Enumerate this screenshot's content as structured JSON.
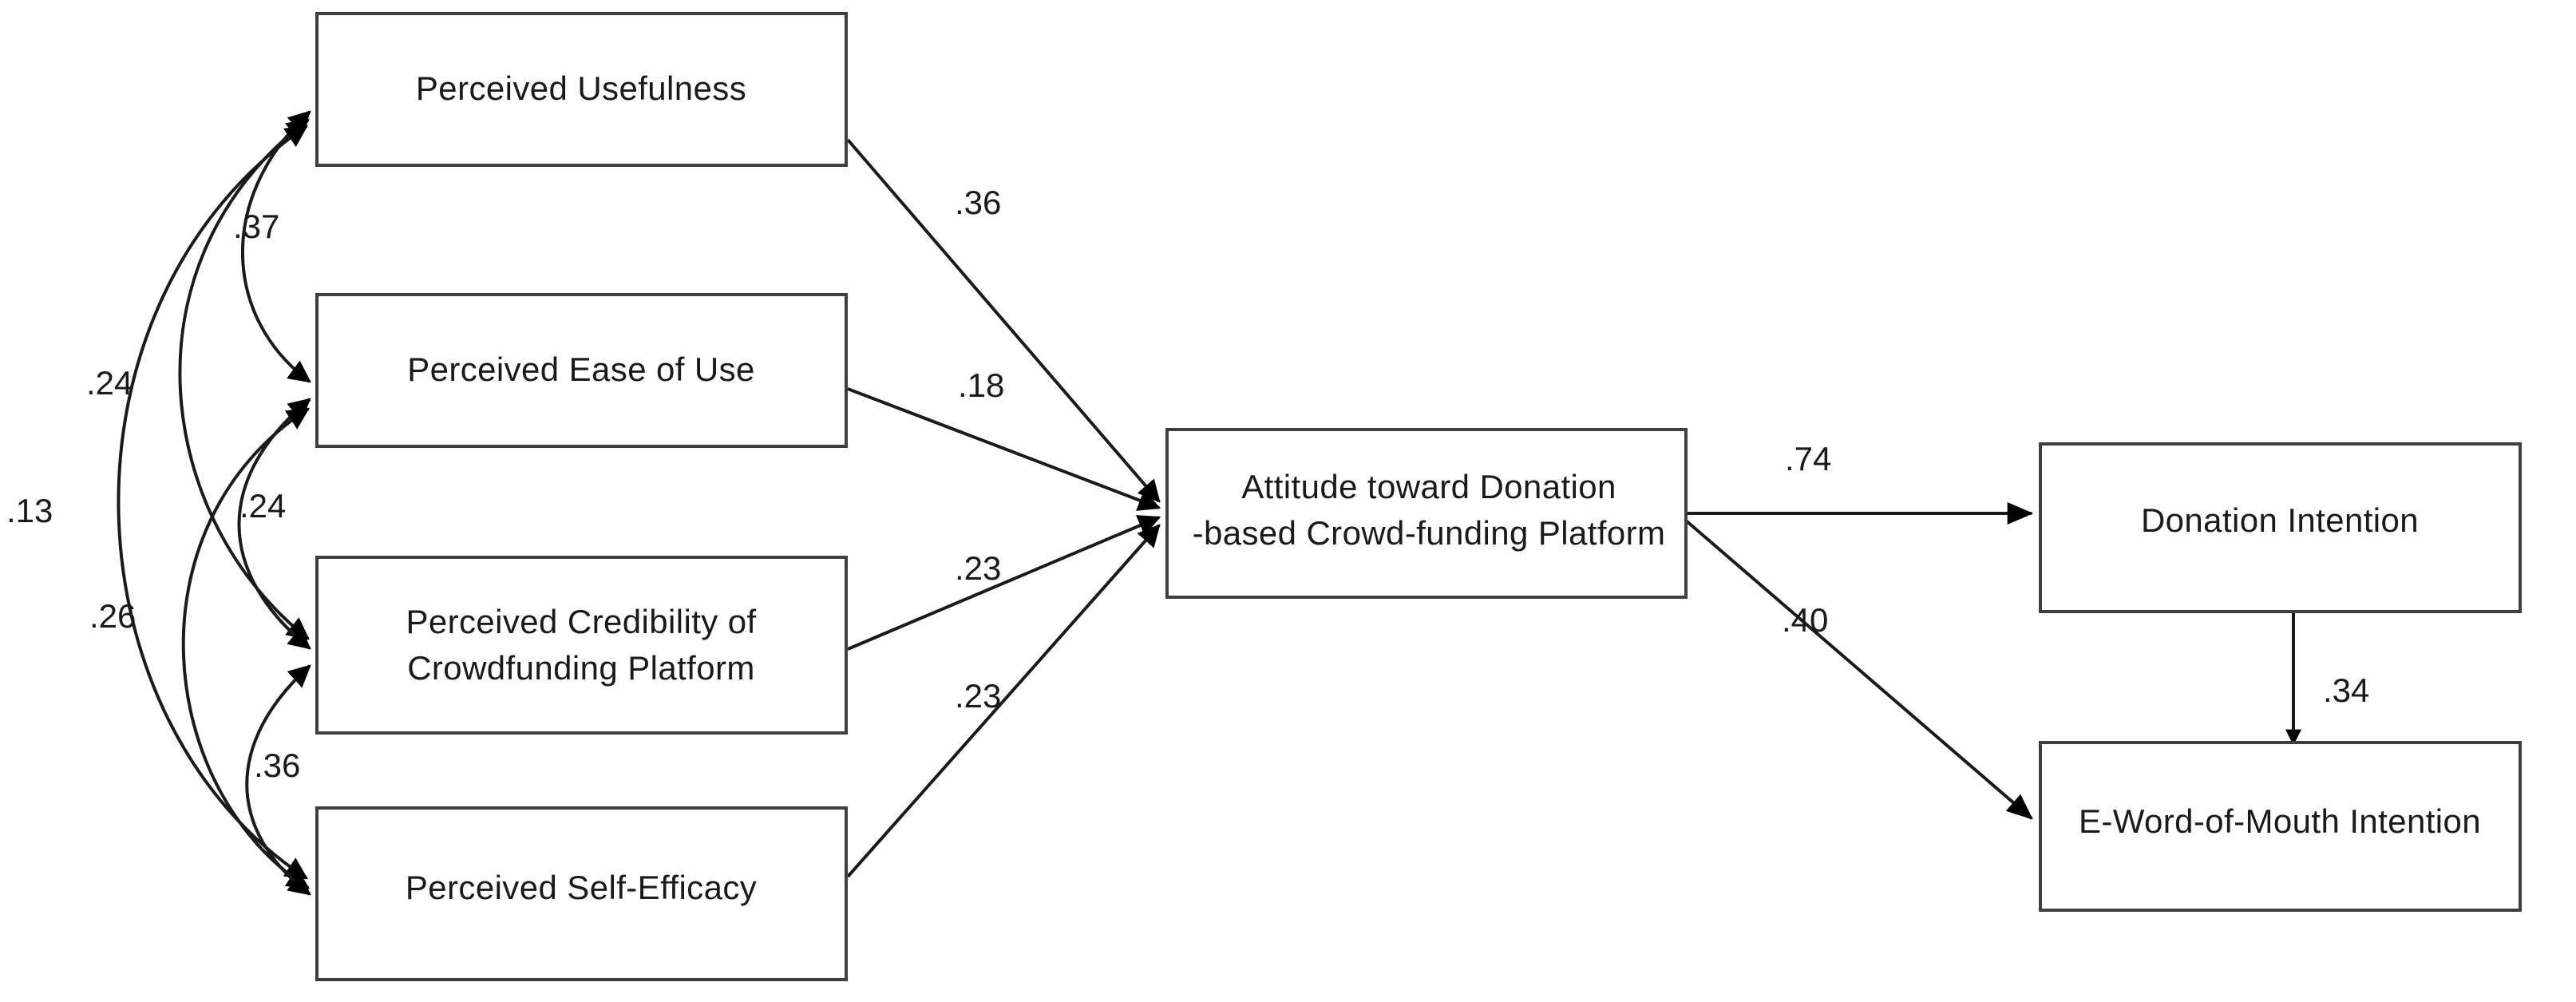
{
  "figure": {
    "type": "path-diagram",
    "description": "Structural equation model of donation-based crowdfunding platform attitudes and intentions",
    "background_color": "#ffffff",
    "line_color": "#1a1a1a",
    "box_border_color": "#3f3f3f",
    "box_fill_color": "#ffffff"
  },
  "nodes": [
    {
      "id": "pu",
      "label_line1": "Perceived Usefulness",
      "label_line2": ""
    },
    {
      "id": "peou",
      "label_line1": "Perceived Ease of Use",
      "label_line2": ""
    },
    {
      "id": "pc",
      "label_line1": "Perceived Credibility of",
      "label_line2": "Crowdfunding Platform"
    },
    {
      "id": "pse",
      "label_line1": "Perceived Self-Efficacy",
      "label_line2": ""
    },
    {
      "id": "att",
      "label_line1": "Attitude toward Donation",
      "label_line2": "-based Crowd-funding Platform"
    },
    {
      "id": "di",
      "label_line1": "Donation Intention",
      "label_line2": ""
    },
    {
      "id": "ewom",
      "label_line1": "E-Word-of-Mouth Intention",
      "label_line2": ""
    }
  ],
  "structural_paths": [
    {
      "from": "pu",
      "to": "att",
      "coefficient": ".36"
    },
    {
      "from": "peou",
      "to": "att",
      "coefficient": ".18"
    },
    {
      "from": "pc",
      "to": "att",
      "coefficient": ".23"
    },
    {
      "from": "pse",
      "to": "att",
      "coefficient": ".23"
    },
    {
      "from": "att",
      "to": "di",
      "coefficient": ".74"
    },
    {
      "from": "att",
      "to": "ewom",
      "coefficient": ".40"
    },
    {
      "from": "di",
      "to": "ewom",
      "coefficient": ".34"
    }
  ],
  "correlations": [
    {
      "between": [
        "pu",
        "peou"
      ],
      "coefficient": ".37"
    },
    {
      "between": [
        "pu",
        "pc"
      ],
      "coefficient": ".24"
    },
    {
      "between": [
        "pu",
        "pse"
      ],
      "coefficient": ".13"
    },
    {
      "between": [
        "peou",
        "pc"
      ],
      "coefficient": ".24"
    },
    {
      "between": [
        "peou",
        "pse"
      ],
      "coefficient": ".26"
    },
    {
      "between": [
        "pc",
        "pse"
      ],
      "coefficient": ".36"
    }
  ],
  "coefficient_labels": {
    "pu_att": ".36",
    "peou_att": ".18",
    "pc_att": ".23",
    "pse_att": ".23",
    "att_di": ".74",
    "att_ewom": ".40",
    "di_ewom": ".34",
    "corr_pu_peou": ".37",
    "corr_pu_pc": ".24",
    "corr_pu_pse": ".13",
    "corr_peou_pc": ".24",
    "corr_peou_pse": ".26",
    "corr_pc_pse": ".36"
  },
  "chart_data": {
    "type": "table",
    "title": "",
    "categories": [
      "pu->att",
      "peou->att",
      "pc->att",
      "pse->att",
      "att->di",
      "att->ewom",
      "di->ewom"
    ],
    "values": [
      0.36,
      0.18,
      0.23,
      0.23,
      0.74,
      0.4,
      0.34
    ],
    "correlation_labels": [
      "pu~peou",
      "pu~pc",
      "pu~pse",
      "peou~pc",
      "peou~pse",
      "pc~pse"
    ],
    "correlation_values": [
      0.37,
      0.24,
      0.13,
      0.24,
      0.26,
      0.36
    ],
    "xlabel": "",
    "ylabel": ""
  }
}
